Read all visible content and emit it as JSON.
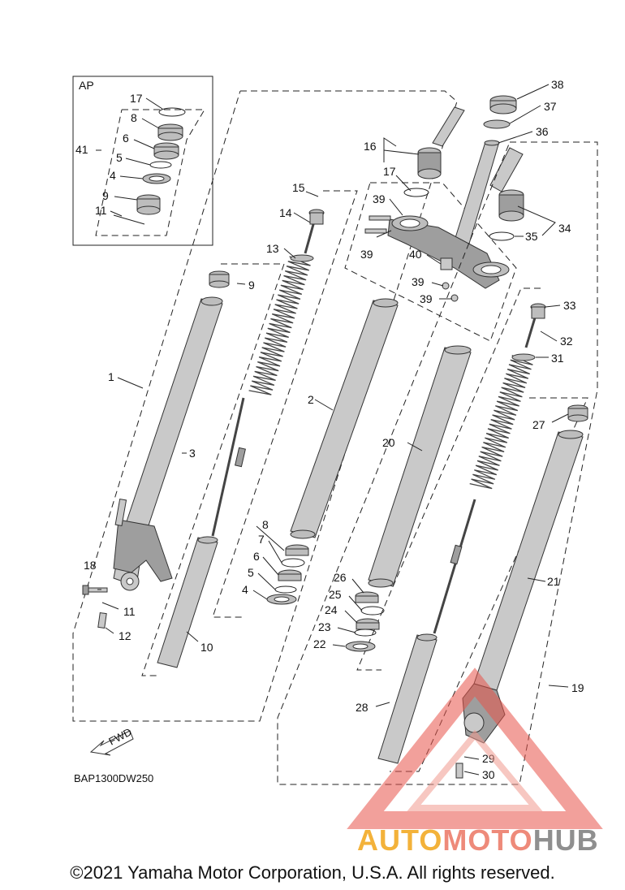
{
  "diagram": {
    "box_label": "AP",
    "fwd_label": "FWD",
    "code": "BAP1300DW250",
    "copyright": "©2021 Yamaha Motor Corporation, U.S.A. All rights reserved.",
    "watermark": {
      "part1": "AUTO",
      "part2": "MOTO",
      "part3": "HUB",
      "colors": [
        "#f3b23a",
        "#ee8a7a",
        "#8f8f8f"
      ]
    },
    "callouts": {
      "c1": "1",
      "c2": "2",
      "c3": "3",
      "c4a": "4",
      "c4b": "4",
      "c5a": "5",
      "c5b": "5",
      "c6a": "6",
      "c6b": "6",
      "c7": "7",
      "c8a": "8",
      "c8b": "8",
      "c9a": "9",
      "c9b": "9",
      "c10": "10",
      "c11a": "11",
      "c11b": "11",
      "c12": "12",
      "c13": "13",
      "c14": "14",
      "c15": "15",
      "c16": "16",
      "c17a": "17",
      "c17b": "17",
      "c18": "18",
      "c19": "19",
      "c20": "20",
      "c21": "21",
      "c22": "22",
      "c23": "23",
      "c24": "24",
      "c25": "25",
      "c26": "26",
      "c27": "27",
      "c28": "28",
      "c29": "29",
      "c30": "30",
      "c31": "31",
      "c32": "32",
      "c33": "33",
      "c34": "34",
      "c35": "35",
      "c36": "36",
      "c37": "37",
      "c38": "38",
      "c39a": "39",
      "c39b": "39",
      "c39c": "39",
      "c39d": "39",
      "c40": "40",
      "c41": "41"
    }
  }
}
